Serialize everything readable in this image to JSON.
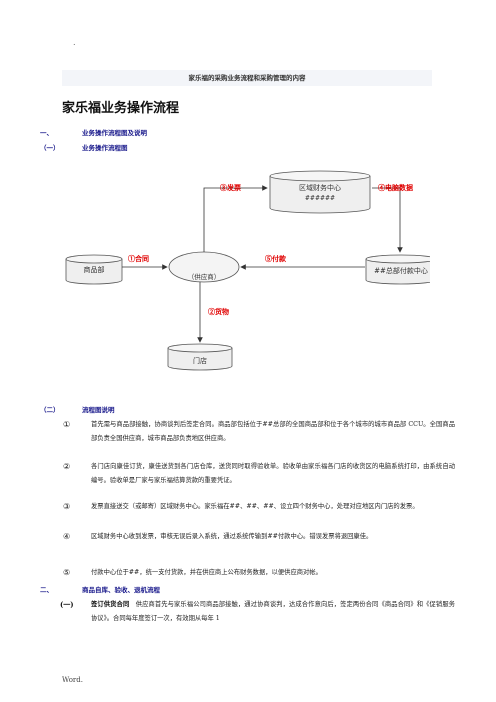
{
  "header": {
    "dot": ".",
    "banner": "家乐福的采购业务流程和采购管理的内容"
  },
  "doc_title": "家乐福业务操作流程",
  "section1": {
    "num": "一、",
    "label": "业务操作流程图及说明"
  },
  "section1_1": {
    "num": "（一）",
    "label": "业务操作流程图"
  },
  "diagram": {
    "regional_finance": "区域财务中心",
    "regional_finance_sub": "######",
    "product_dept": "商品部",
    "supplier": "（供应商）",
    "payment_center": "##总部付款中心",
    "store": "门店",
    "step1": "①合同",
    "step2": "②货物",
    "step3": "③发票",
    "step4": "④电脑数据",
    "step5": "⑤付款",
    "colors": {
      "label": "#e00000",
      "box_fill": "#efefef",
      "box_stroke": "#555555"
    }
  },
  "section1_2": {
    "num": "（二）",
    "label": "流程图说明"
  },
  "explanations": [
    {
      "mark": "①",
      "text": "首先需与商品部接触，协商谈判后签定合同。商品部包括位于##总部的全国商品部和位于各个城市的城市商品部 CCU。全国商品部负责全国供应商，城市商品部负责地区供应商。"
    },
    {
      "mark": "②",
      "text": "各门店向康佳订货，康佳送货到各门店仓库，送货同时取得验收单。验收单由家乐福各门店的收货区的电脑系统打印，由系统自动编号。验收单是厂家与家乐福结算货款的重要凭证。"
    },
    {
      "mark": "③",
      "text": "发票直接送交（或邮寄）区域财务中心。家乐福在##、##、##、设立四个财务中心，处理对应地区内门店的发票。"
    },
    {
      "mark": "④",
      "text": "区域财务中心收到发票，审核无误后录入系统，通过系统传输到##付款中心。错误发票将退回康佳。"
    },
    {
      "mark": "⑤",
      "text": "付款中心位于##，统一支付货款，并在供应商上公布财务数据，以便供应商对帐。"
    }
  ],
  "section2": {
    "num": "二、",
    "label": "商品自库、验收、退机流程"
  },
  "section2_1": {
    "num": "(一)",
    "label": "签订供货合同",
    "text": "供应商首先与家乐福公司商品部接触，通过协商谈判，达成合作意向后，签定两份合同《商品合同》和《促销服务协议》。合同每年度签订一次，有效期从每年 1"
  },
  "footer": "Word."
}
